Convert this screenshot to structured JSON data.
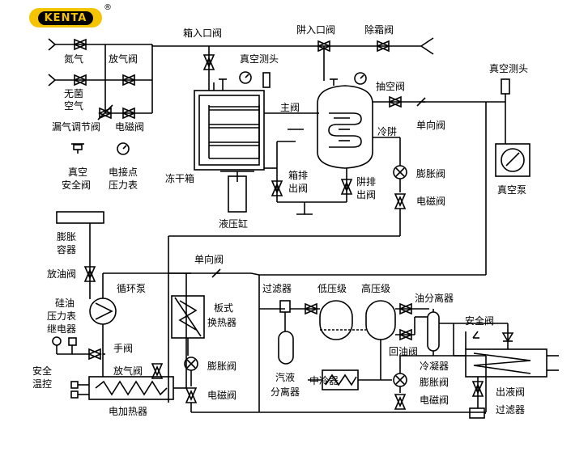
{
  "brand": {
    "logo_text": "KENTA",
    "registered_mark": "®"
  },
  "labels": {
    "nitrogen": "氮气",
    "vent_valve_top": "放气阀",
    "sterile_air_1": "无菌",
    "sterile_air_2": "空气",
    "leak_adjust_valve": "漏气调节阀",
    "solenoid_valve_top": "电磁阀",
    "vacuum_safety_valve_1": "真空",
    "vacuum_safety_valve_2": "安全阀",
    "contact_pressure_gauge_1": "电接点",
    "contact_pressure_gauge_2": "压力表",
    "freeze_dryer_box": "冻干箱",
    "box_inlet_valve": "箱入口阀",
    "vacuum_probe_box": "真空测头",
    "trap_inlet_valve": "阱入口阀",
    "defrost_valve": "除霜阀",
    "main_valve": "主阀",
    "pumping_valve": "抽空阀",
    "vacuum_probe_right": "真空测头",
    "cold_trap": "冷阱",
    "check_valve_top": "单向阀",
    "vacuum_pump": "真空泵",
    "box_drain_valve_1": "箱排",
    "box_drain_valve_2": "出阀",
    "trap_drain_valve_1": "阱排",
    "trap_drain_valve_2": "出阀",
    "expansion_valve_trap": "膨胀阀",
    "solenoid_valve_trap": "电磁阀",
    "hydraulic_cylinder": "液压缸",
    "expansion_tank_1": "膨胀",
    "expansion_tank_2": "容器",
    "oil_drain_valve": "放油阀",
    "circulation_pump": "循环泵",
    "silicone_gauge_1": "硅油",
    "silicone_gauge_2": "压力表",
    "silicone_gauge_3": "继电器",
    "hand_valve": "手阀",
    "safety_temp_1": "安全",
    "safety_temp_2": "温控",
    "vent_valve_heater": "放气阀",
    "electric_heater": "电加热器",
    "check_valve_mid": "单向阀",
    "plate_hx_1": "板式",
    "plate_hx_2": "换热器",
    "expansion_valve_hx": "膨胀阀",
    "solenoid_valve_hx": "电磁阀",
    "filter_top": "过滤器",
    "low_pressure_stage": "低压级",
    "high_pressure_stage": "高压级",
    "oil_separator": "油分离器",
    "gas_liquid_sep_1": "汽液",
    "gas_liquid_sep_2": "分离器",
    "intercooler": "中冷器",
    "oil_return_valve": "回油阀",
    "safety_valve": "安全阀",
    "condenser": "冷凝器",
    "expansion_valve_comp": "膨胀阀",
    "solenoid_valve_comp": "电磁阀",
    "liquid_outlet_valve": "出液阀",
    "filter_bottom": "过滤器"
  }
}
